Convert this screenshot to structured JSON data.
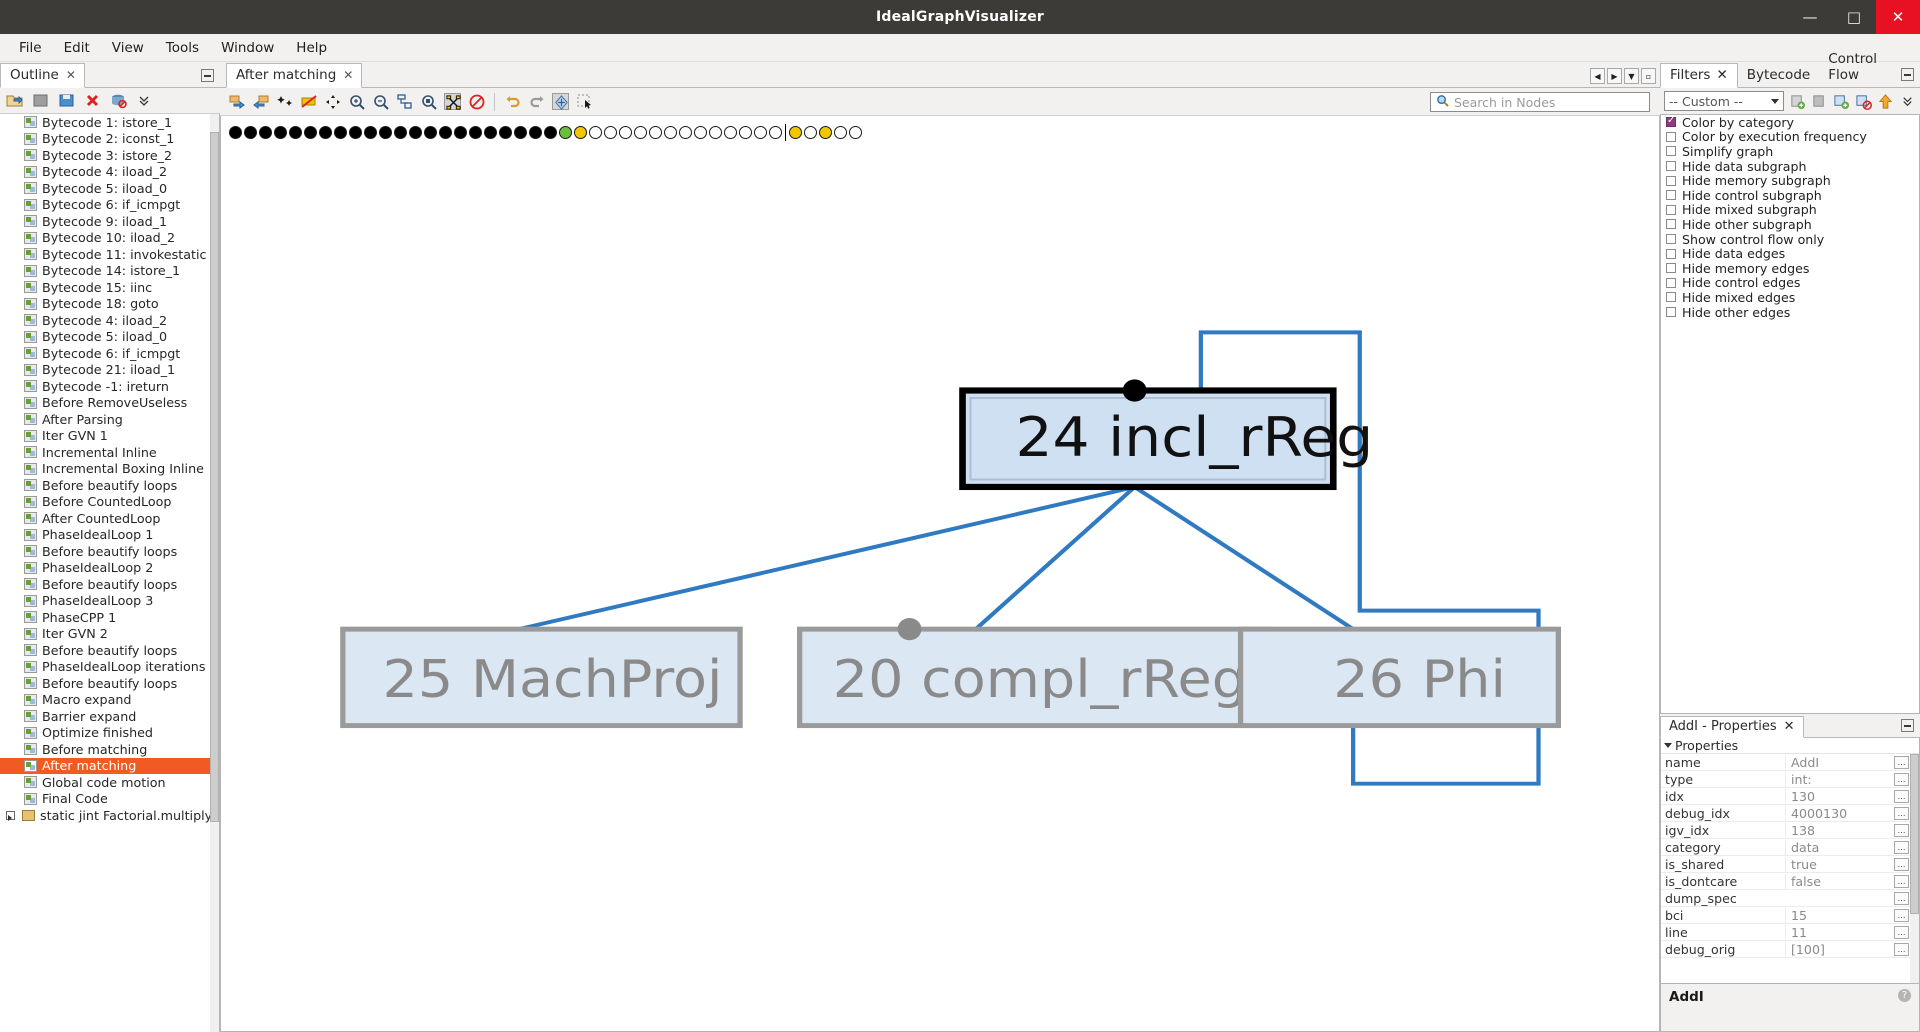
{
  "window": {
    "title": "IdealGraphVisualizer",
    "minimize": "—",
    "maximize": "□",
    "close": "✕"
  },
  "menubar": [
    {
      "label": "File"
    },
    {
      "label": "Edit"
    },
    {
      "label": "View"
    },
    {
      "label": "Tools"
    },
    {
      "label": "Window"
    },
    {
      "label": "Help"
    }
  ],
  "outline": {
    "tab_title": "Outline",
    "tab_close": "✕",
    "toolbar_icons": [
      "open-folder-icon",
      "save-icon",
      "save-all-icon",
      "remove-icon",
      "database-disable-icon",
      "chevron-double-down-icon"
    ],
    "items": [
      {
        "label": "Bytecode 1: istore_1",
        "selected": false
      },
      {
        "label": "Bytecode 2: iconst_1",
        "selected": false
      },
      {
        "label": "Bytecode 3: istore_2",
        "selected": false
      },
      {
        "label": "Bytecode 4: iload_2",
        "selected": false
      },
      {
        "label": "Bytecode 5: iload_0",
        "selected": false
      },
      {
        "label": "Bytecode 6: if_icmpgt",
        "selected": false
      },
      {
        "label": "Bytecode 9: iload_1",
        "selected": false
      },
      {
        "label": "Bytecode 10: iload_2",
        "selected": false
      },
      {
        "label": "Bytecode 11: invokestatic",
        "selected": false
      },
      {
        "label": "Bytecode 14: istore_1",
        "selected": false
      },
      {
        "label": "Bytecode 15: iinc",
        "selected": false
      },
      {
        "label": "Bytecode 18: goto",
        "selected": false
      },
      {
        "label": "Bytecode 4: iload_2",
        "selected": false
      },
      {
        "label": "Bytecode 5: iload_0",
        "selected": false
      },
      {
        "label": "Bytecode 6: if_icmpgt",
        "selected": false
      },
      {
        "label": "Bytecode 21: iload_1",
        "selected": false
      },
      {
        "label": "Bytecode -1: ireturn",
        "selected": false
      },
      {
        "label": "Before RemoveUseless",
        "selected": false
      },
      {
        "label": "After Parsing",
        "selected": false
      },
      {
        "label": "Iter GVN 1",
        "selected": false
      },
      {
        "label": "Incremental Inline",
        "selected": false
      },
      {
        "label": "Incremental Boxing Inline",
        "selected": false
      },
      {
        "label": "Before beautify loops",
        "selected": false
      },
      {
        "label": "Before CountedLoop",
        "selected": false
      },
      {
        "label": "After CountedLoop",
        "selected": false
      },
      {
        "label": "PhaseIdealLoop 1",
        "selected": false
      },
      {
        "label": "Before beautify loops",
        "selected": false
      },
      {
        "label": "PhaseIdealLoop 2",
        "selected": false
      },
      {
        "label": "Before beautify loops",
        "selected": false
      },
      {
        "label": "PhaseIdealLoop 3",
        "selected": false
      },
      {
        "label": "PhaseCPP 1",
        "selected": false
      },
      {
        "label": "Iter GVN 2",
        "selected": false
      },
      {
        "label": "Before beautify loops",
        "selected": false
      },
      {
        "label": "PhaseIdealLoop iterations",
        "selected": false
      },
      {
        "label": "Before beautify loops",
        "selected": false
      },
      {
        "label": "Macro expand",
        "selected": false
      },
      {
        "label": "Barrier expand",
        "selected": false
      },
      {
        "label": "Optimize finished",
        "selected": false
      },
      {
        "label": "Before matching",
        "selected": false
      },
      {
        "label": "After matching",
        "selected": true
      },
      {
        "label": "Global code motion",
        "selected": false
      },
      {
        "label": "Final Code",
        "selected": false
      }
    ],
    "root_item": "static jint Factorial.multiply(jint"
  },
  "editor": {
    "tab_title": "After matching",
    "tab_close": "✕",
    "nav_buttons": [
      "prev-icon",
      "next-icon",
      "dropdown-icon",
      "maximize-icon"
    ],
    "toolbar_icons": [
      "export-right-icon",
      "import-left-icon",
      "expand-nodes-icon",
      "cut-edges-icon",
      "move-icon",
      "zoom-in-icon",
      "zoom-out-icon",
      "zoom-fit-layout-icon",
      "zoom-reset-icon",
      "hierarchical-layout-icon",
      "no-layout-icon",
      "undo-icon",
      "redo-icon",
      "pan-mode-icon",
      "select-mode-icon"
    ],
    "search": {
      "placeholder": "Search in Nodes",
      "value": "",
      "icon": "search-icon"
    },
    "timeline": {
      "total": 42,
      "filled_count": 22,
      "green_index": 22,
      "yellow_indices": [
        23,
        37,
        39
      ],
      "cursor_index": 37,
      "colors": {
        "filled": "#000000",
        "green": "#6abf3d",
        "yellow": "#f2c600",
        "empty": "#ffffff"
      }
    }
  },
  "graph": {
    "edge_color": "#2f7ac1",
    "node_fill": "#cfe0f2",
    "node_border": "#9a9a9a",
    "node_text": "#8a8a8a",
    "selected_border": "#000000",
    "selected_text": "#111111",
    "nodes": [
      {
        "id": "24",
        "label": "24 incl_rReg",
        "selected": true
      },
      {
        "id": "25",
        "label": "25 MachProj",
        "selected": false
      },
      {
        "id": "20",
        "label": "20 compl_rReg",
        "selected": false
      },
      {
        "id": "26",
        "label": "26 Phi",
        "selected": false
      }
    ]
  },
  "filters": {
    "tabs": [
      {
        "label": "Filters",
        "close": "✕",
        "active": true
      },
      {
        "label": "Bytecode",
        "active": false
      },
      {
        "label": "Control Flow",
        "active": false
      }
    ],
    "maximize_icon": "maximize-icon",
    "combo_value": "-- Custom --",
    "toolbar_icons": [
      "new-filter-icon",
      "duplicate-filter-icon",
      "add-filter-icon",
      "remove-filter-icon",
      "move-up-icon",
      "chevron-double-down-icon"
    ],
    "items": [
      {
        "label": "Color by category",
        "checked": true
      },
      {
        "label": "Color by execution frequency",
        "checked": false
      },
      {
        "label": "Simplify graph",
        "checked": false
      },
      {
        "label": "Hide data subgraph",
        "checked": false
      },
      {
        "label": "Hide memory subgraph",
        "checked": false
      },
      {
        "label": "Hide control subgraph",
        "checked": false
      },
      {
        "label": "Hide mixed subgraph",
        "checked": false
      },
      {
        "label": "Hide other subgraph",
        "checked": false
      },
      {
        "label": "Show control flow only",
        "checked": false
      },
      {
        "label": "Hide data edges",
        "checked": false
      },
      {
        "label": "Hide memory edges",
        "checked": false
      },
      {
        "label": "Hide control edges",
        "checked": false
      },
      {
        "label": "Hide mixed edges",
        "checked": false
      },
      {
        "label": "Hide other edges",
        "checked": false
      }
    ]
  },
  "properties": {
    "tab_title": "AddI - Properties",
    "tab_close": "✕",
    "maximize_icon": "maximize-icon",
    "group_header": "Properties",
    "rows": [
      {
        "key": "name",
        "value": "AddI"
      },
      {
        "key": "type",
        "value": "int:"
      },
      {
        "key": "idx",
        "value": "130"
      },
      {
        "key": "debug_idx",
        "value": "4000130"
      },
      {
        "key": "igv_idx",
        "value": "138"
      },
      {
        "key": "category",
        "value": "data"
      },
      {
        "key": "is_shared",
        "value": "true"
      },
      {
        "key": "is_dontcare",
        "value": "false"
      },
      {
        "key": "dump_spec",
        "value": ""
      },
      {
        "key": "bci",
        "value": "15"
      },
      {
        "key": "line",
        "value": "11"
      },
      {
        "key": "debug_orig",
        "value": "[100]"
      }
    ],
    "footer_title": "AddI",
    "help_icon": "help-icon",
    "row_button": "…"
  }
}
